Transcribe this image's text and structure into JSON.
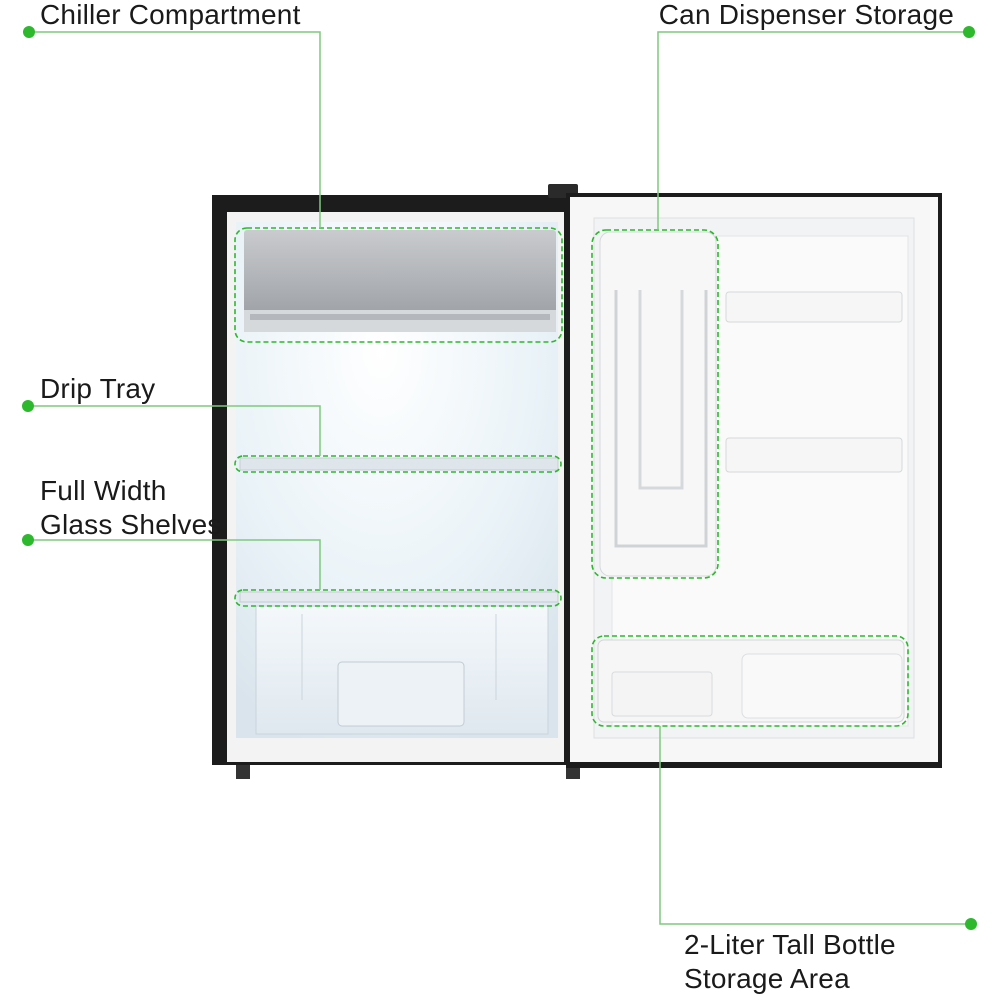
{
  "callouts": {
    "chiller": {
      "text": "Chiller Compartment"
    },
    "can_dispenser": {
      "text": "Can Dispenser Storage"
    },
    "drip_tray": {
      "text": "Drip Tray"
    },
    "glass_shelves": {
      "line1": "Full Width",
      "line2": "Glass Shelves"
    },
    "bottle_storage": {
      "line1": "2-Liter Tall Bottle",
      "line2": "Storage Area"
    }
  },
  "colors": {
    "callout_green": "#2db82d",
    "leader_line": "#7fc97f",
    "cabinet_black": "#1c1c1c",
    "interior": "#eef4f8",
    "door_liner": "#f2f3f4"
  }
}
